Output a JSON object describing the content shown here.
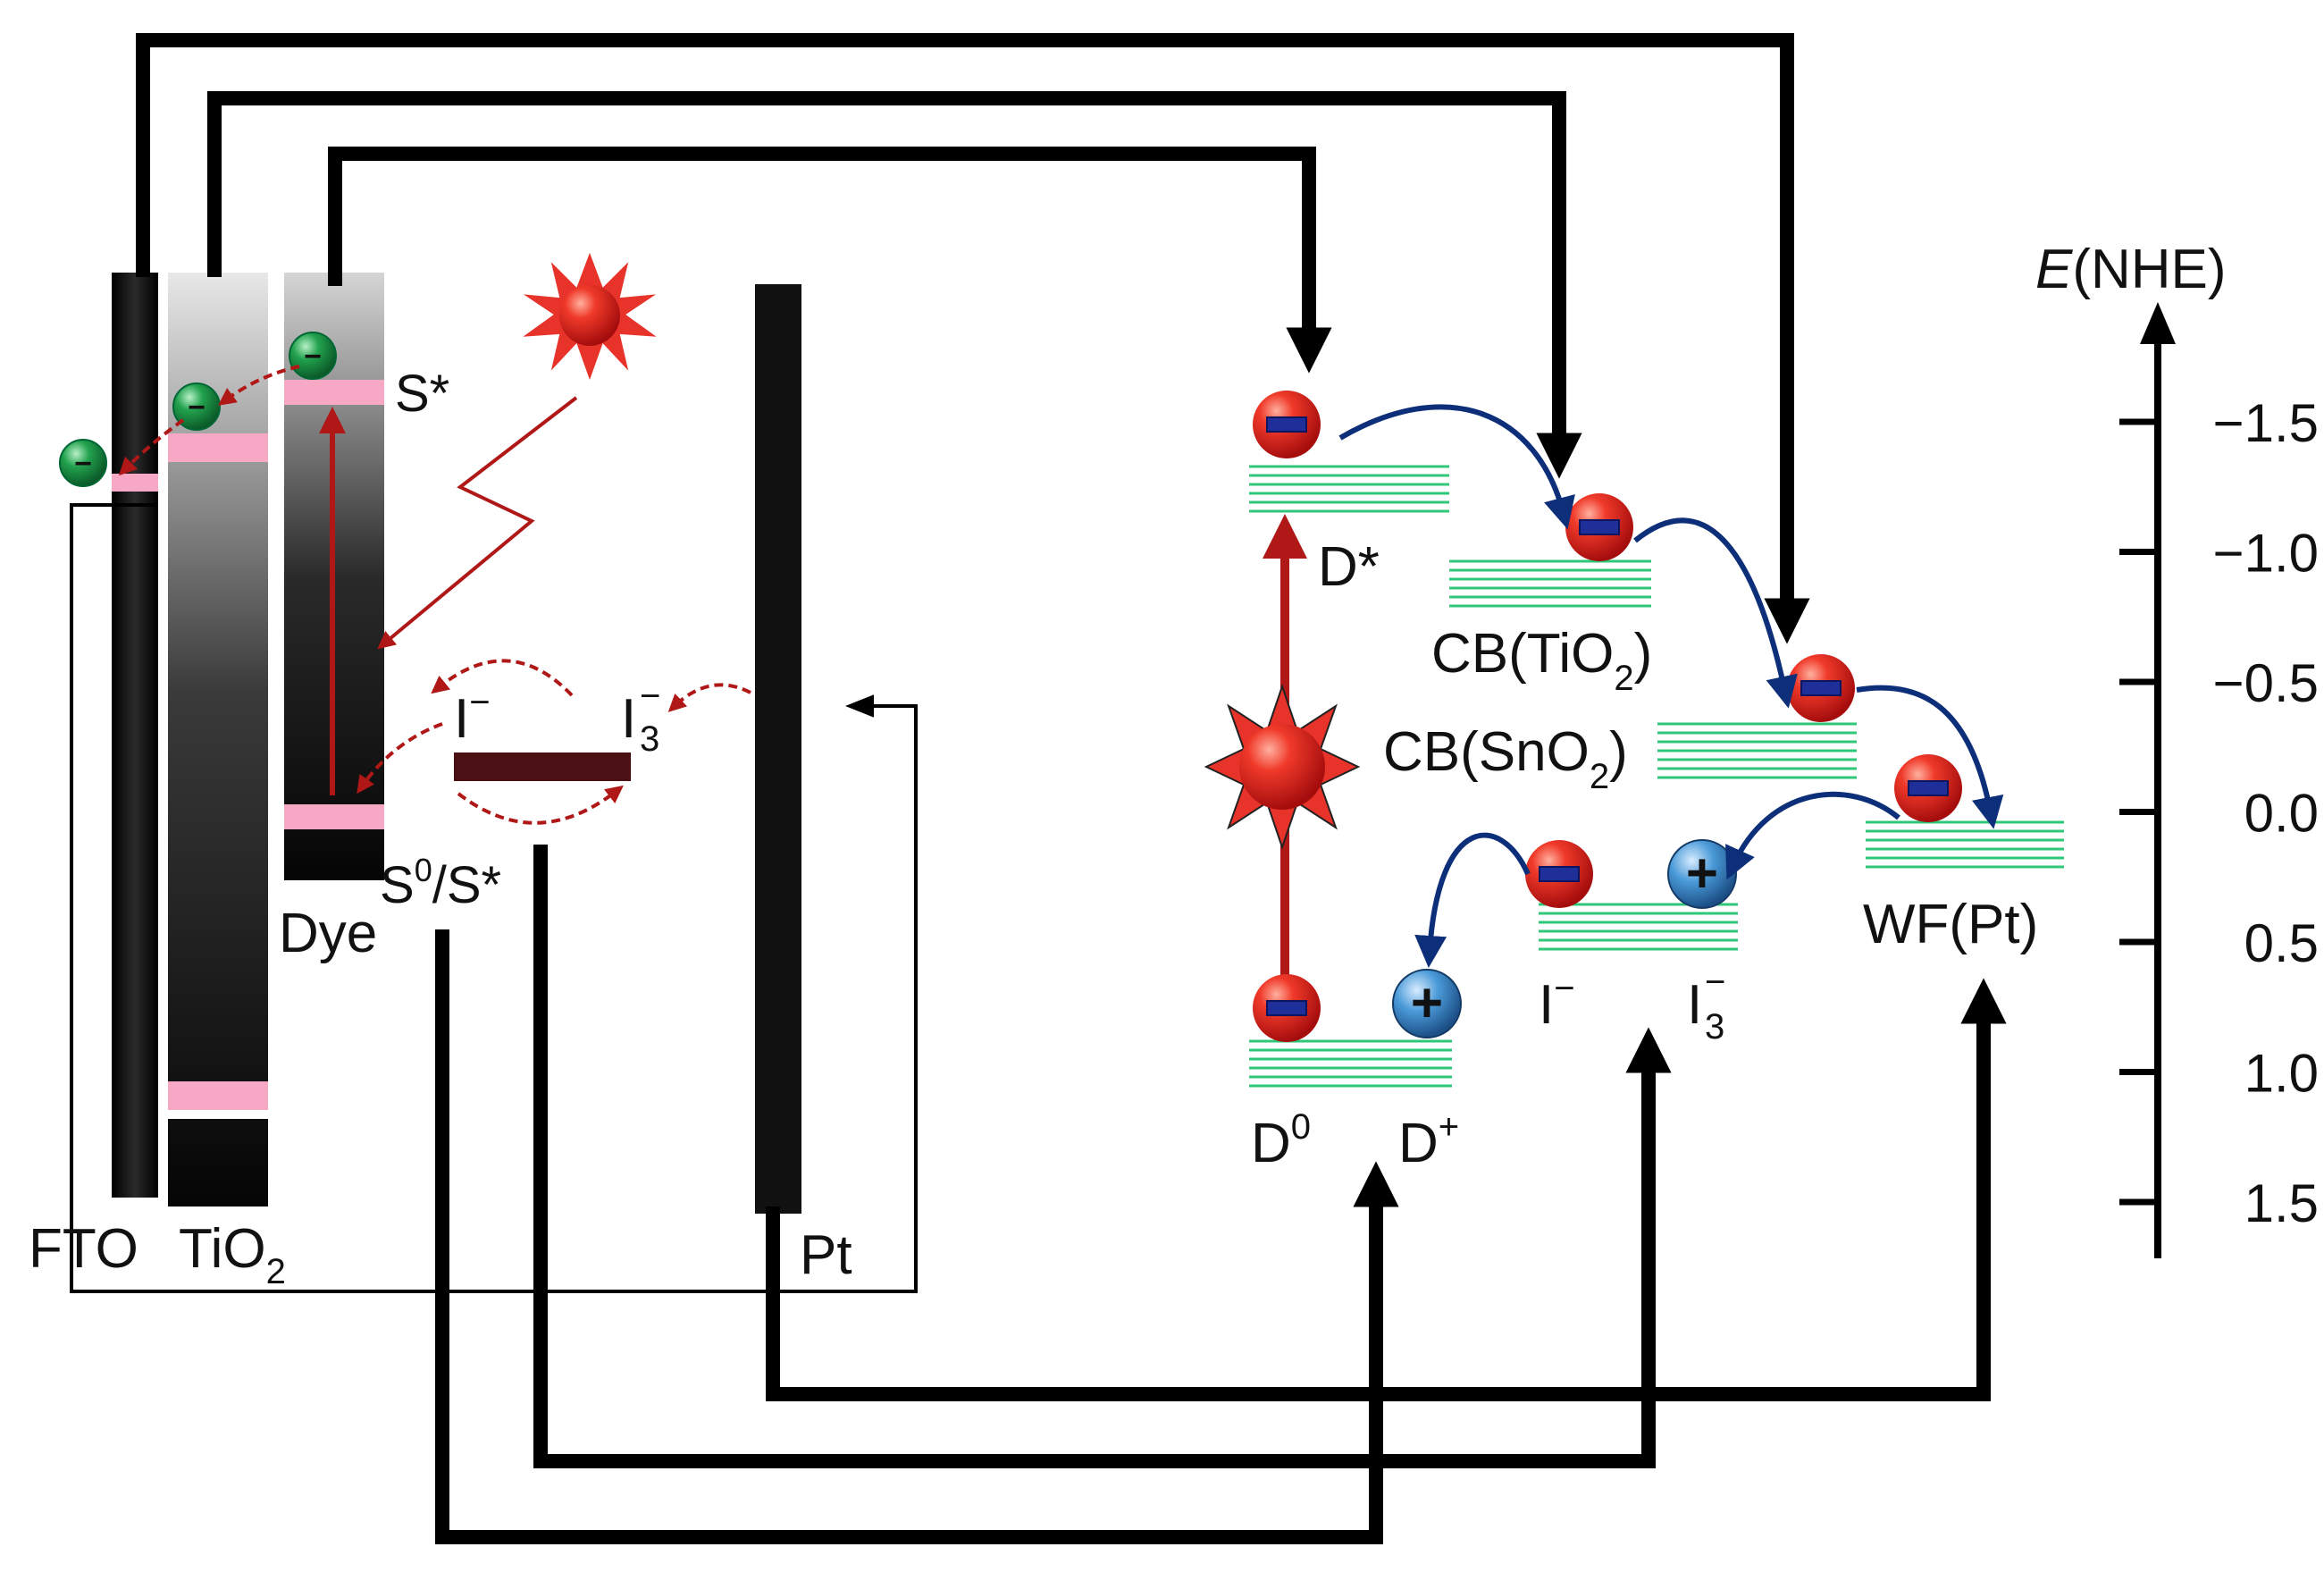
{
  "left_panel": {
    "fto_label": "FTO",
    "tio2_label": "TiO",
    "tio2_sub": "2",
    "dye_label": "Dye",
    "s_excited_label": "S*",
    "s_ground_label": "S",
    "s_ground_sup": "0",
    "s_ground_rest": "/S*",
    "iodide_label": "I",
    "iodide_sup": "−",
    "triiodide_label": "I",
    "triiodide_sup": "−",
    "triiodide_sub": "3",
    "pt_label": "Pt"
  },
  "right_panel": {
    "d_excited_label": "D*",
    "cb_tio2_label": "CB(TiO",
    "cb_tio2_sub": "2",
    "cb_tio2_close": ")",
    "cb_sno2_label": "CB(SnO",
    "cb_sno2_sub": "2",
    "cb_sno2_close": ")",
    "wf_pt_label": "WF(Pt)",
    "d0_label": "D",
    "d0_sup": "0",
    "dplus_label": "D",
    "dplus_sup": "+",
    "iodide_label": "I",
    "iodide_sup": "−",
    "triiodide_label": "I",
    "triiodide_sup": "−",
    "triiodide_sub": "3"
  },
  "axis": {
    "title_italic": "E",
    "title_rest": "(NHE)",
    "ticks": [
      "−1.5",
      "−1.0",
      "−0.5",
      "0.0",
      "0.5",
      "1.0",
      "1.5"
    ]
  },
  "symbols": {
    "electron": "−",
    "hole": "+"
  },
  "colors": {
    "energy_level": "#2ec77a",
    "band_highlight": "#f7a8c4",
    "electron_red": "#e8332a",
    "electron_green": "#1f9e4a",
    "hole_blue": "#3c8fd6",
    "transfer_arrow": "#0d2f7a",
    "red_arrow": "#b01818",
    "electrode": "#111111"
  }
}
